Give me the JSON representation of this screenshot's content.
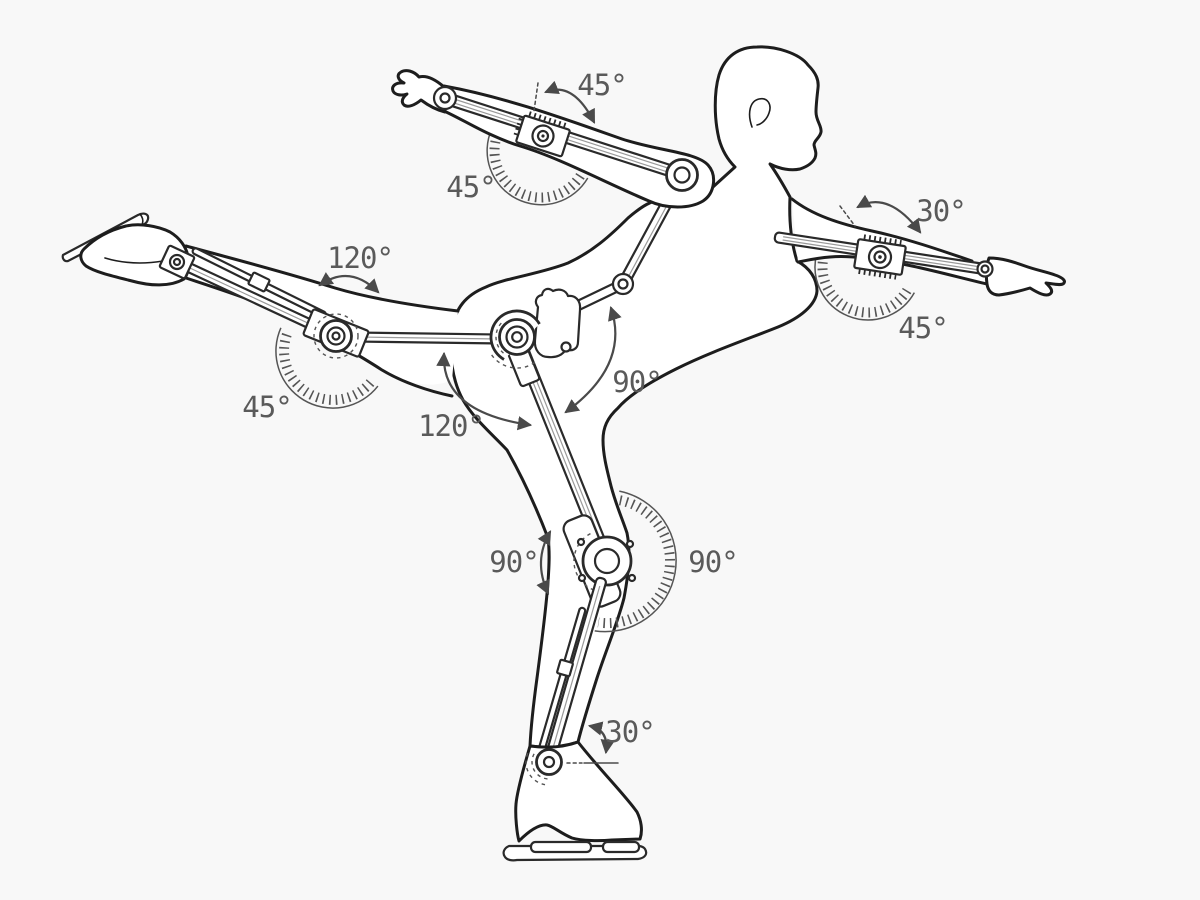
{
  "colors": {
    "bg": "#f8f8f8",
    "outline": "#1d1d1d",
    "mech": "#2a2a2a",
    "prot": "#555555",
    "anno": "#4a4a4a",
    "label": "#5a5a5a"
  },
  "annotations": [
    {
      "id": "back-arm-swing",
      "label": "45°"
    },
    {
      "id": "back-arm-protractor",
      "label": "45°"
    },
    {
      "id": "front-arm-swing",
      "label": "30°"
    },
    {
      "id": "front-arm-protractor",
      "label": "45°"
    },
    {
      "id": "back-leg-swing",
      "label": "120°"
    },
    {
      "id": "back-leg-protractor",
      "label": "45°"
    },
    {
      "id": "hip-flexion",
      "label": "120°"
    },
    {
      "id": "hip-torso-angle",
      "label": "90°"
    },
    {
      "id": "knee-swing",
      "label": "90°"
    },
    {
      "id": "knee-protractor",
      "label": "90°"
    },
    {
      "id": "ankle-flexion",
      "label": "30°"
    }
  ]
}
